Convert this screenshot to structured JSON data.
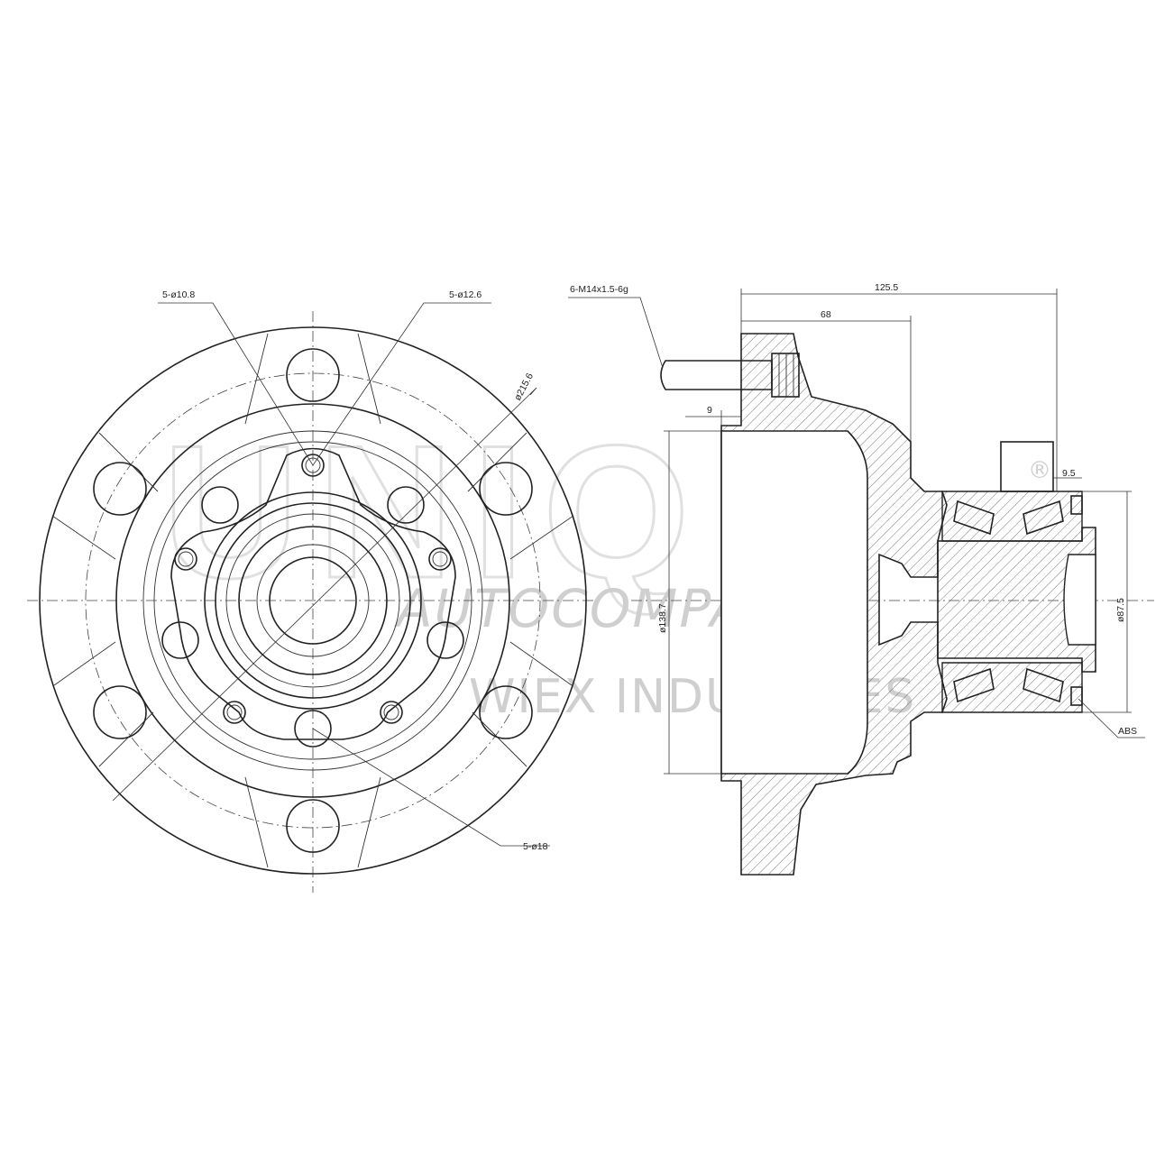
{
  "labels": {
    "bolt_small": "5-ø10.8",
    "bolt_mid": "5-ø12.6",
    "bolt_large": "5-ø18",
    "pcd": "ø215.6",
    "stud": "6-M14x1.5-6g",
    "overall_length": "125.5",
    "flange_to_step": "68",
    "flange_offset": "9",
    "bore_dia": "ø138.7",
    "bearing_offset": "9.5",
    "bearing_dia": "ø87.5",
    "abs": "ABS"
  },
  "watermark": {
    "logo": "UNIQ",
    "brand": "AUTOCOMPAS",
    "sub": "WIEX INDUSTRIES",
    "registered": "®"
  }
}
